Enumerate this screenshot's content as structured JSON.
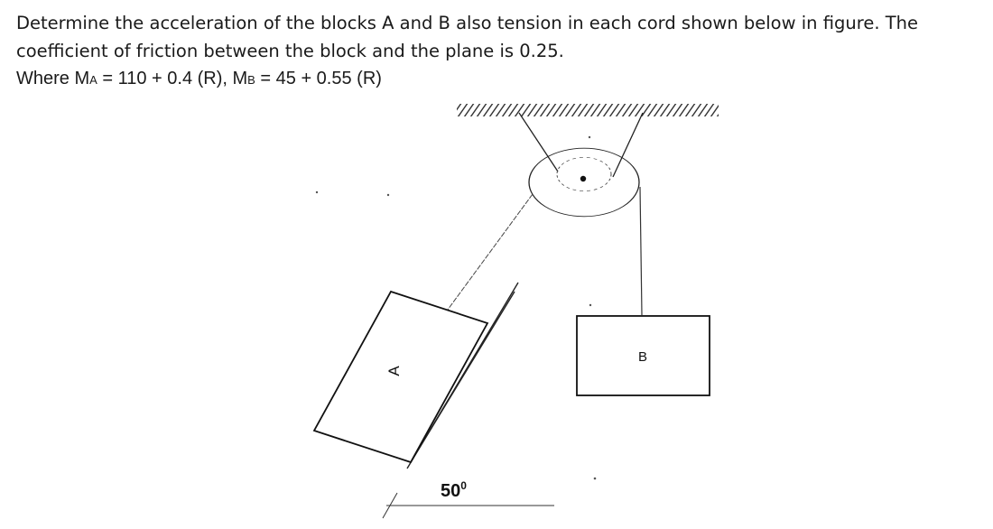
{
  "problem": {
    "line1": "Determine the acceleration of the blocks A and B also tension in each cord shown below in figure. The",
    "line2": "coefficient of friction between the block and the plane is 0.25.",
    "line3": {
      "where": "Where M",
      "sub_a": "A",
      "eq_a": " = 110 + 0.4 (R), M",
      "sub_b": "B",
      "eq_b": " = 45 + 0.55 (R)"
    }
  },
  "figure": {
    "block_a_label": "A",
    "block_b_label": "B",
    "angle_value": "50",
    "angle_unit": "0"
  }
}
